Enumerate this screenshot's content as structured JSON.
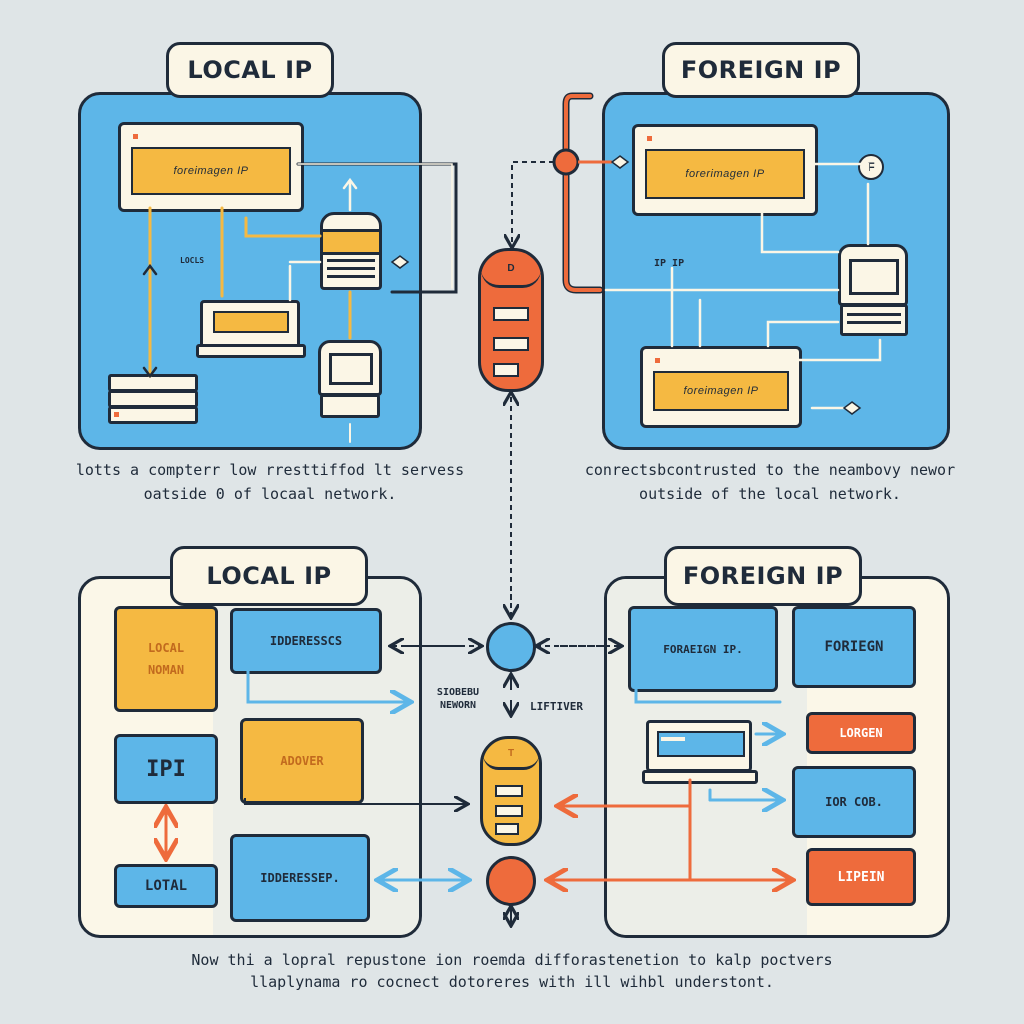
{
  "top_left": {
    "title": "LOCAL IP",
    "window_label": "foreimagen IP",
    "small_label": "LOCLS",
    "caption_line1": "lotts a compterr low  rresttiffod lt servess",
    "caption_line2": "oatside 0 of locaal network."
  },
  "top_right": {
    "title": "FOREIGN IP",
    "window_label": "forerimagen IP",
    "window2_label": "foreimagen IP",
    "side_label": "IP IP",
    "badge": "F",
    "caption_line1": "conrectsbcontrusted to the neambovy newor",
    "caption_line2": "outside of the local network."
  },
  "center_top": {
    "cylinder_badge": "D"
  },
  "bottom_left": {
    "title": "LOCAL IP",
    "box_local_domain": "LOCAL NOMAN",
    "box_ip": "IPI",
    "box_local": "LOTAL",
    "box_addresses": "IDDERESSCS",
    "box_adover": "ADOVER",
    "box_addresses2": "IDDERESSEP."
  },
  "bottom_center": {
    "label_left": "SIOBEBU NEWORN",
    "label_right": "LIFTIVER",
    "cylinder_badge": "T"
  },
  "bottom_right": {
    "title": "FOREIGN IP",
    "box_foreign_ip": "FORAEIGN IP.",
    "box_forien": "FORIEGN",
    "box_lorgen": "LORGEN",
    "box_ior": "IOR COB.",
    "box_lipein": "LIPEIN"
  },
  "footer": {
    "line1": "Now thi a lopral  repustone ion roemda difforastenetion to kalp poctvers",
    "line2": "llaplynama  ro cocnect dotoreres with ill wihbl understont."
  },
  "colors": {
    "background": "#dfe5e7",
    "blue": "#5db6e8",
    "yellow": "#f5b942",
    "orange": "#ee6b3c",
    "cream": "#fbf7e8",
    "outline": "#1f2b3a"
  }
}
